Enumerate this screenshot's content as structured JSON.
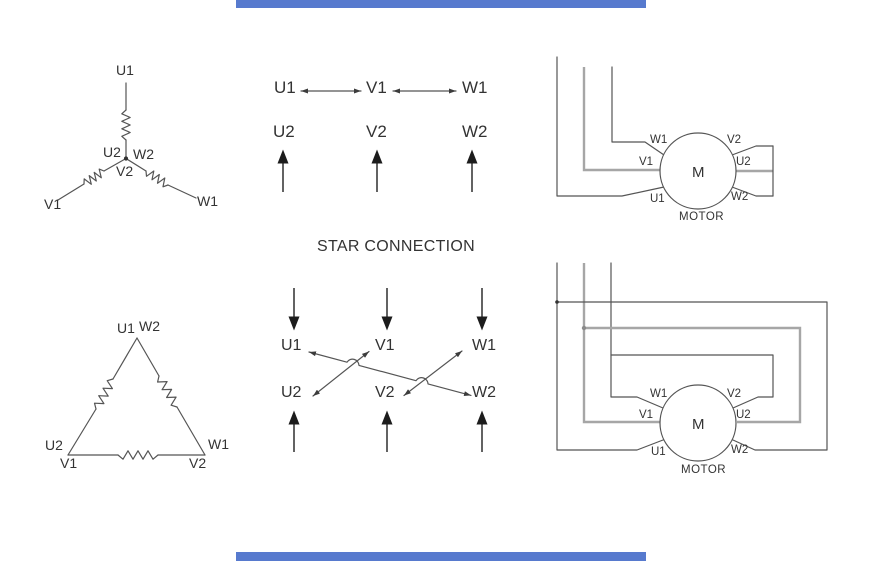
{
  "star_title": "STAR CONNECTION",
  "star_winding": {
    "u1": "U1",
    "u2": "U2",
    "w2": "W2",
    "v2": "V2",
    "v1": "V1",
    "w1": "W1"
  },
  "star_terminals": {
    "row1": [
      "U1",
      "V1",
      "W1"
    ],
    "row2": [
      "U2",
      "V2",
      "W2"
    ]
  },
  "delta_winding": {
    "u1": "U1",
    "w2": "W2",
    "u2": "U2",
    "v1": "V1",
    "w1": "W1",
    "v2": "V2"
  },
  "delta_terminals": {
    "row1": [
      "U1",
      "V1",
      "W1"
    ],
    "row2": [
      "U2",
      "V2",
      "W2"
    ]
  },
  "motor_star": {
    "w1": "W1",
    "v2": "V2",
    "v1": "V1",
    "u2": "U2",
    "u1": "U1",
    "w2": "W2",
    "m": "M",
    "caption": "MOTOR"
  },
  "motor_delta": {
    "w1": "W1",
    "v2": "V2",
    "v1": "V1",
    "u2": "U2",
    "u1": "U1",
    "w2": "W2",
    "m": "M",
    "caption": "MOTOR"
  },
  "colors": {
    "text": "#333333",
    "wire": "#555555",
    "wire_gray": "#a6a6a6",
    "arrow": "#1c1c1c",
    "watermark_blue": "#3a63c6"
  }
}
